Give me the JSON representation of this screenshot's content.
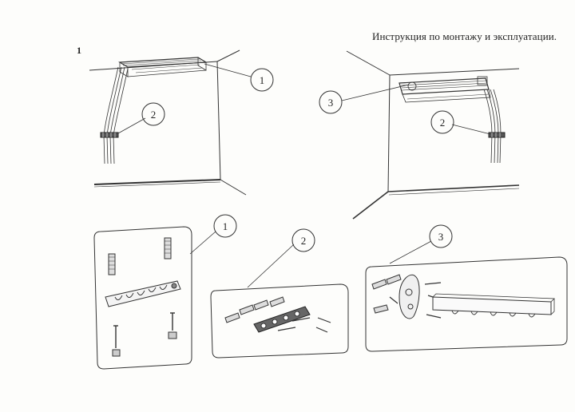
{
  "header": {
    "title": "Инструкция по монтажу и эксплуатации.",
    "figure_number": "1"
  },
  "scenes": [
    {
      "id": "ceiling-mount",
      "callouts": [
        "1",
        "2"
      ]
    },
    {
      "id": "wall-mount",
      "callouts": [
        "3",
        "2"
      ]
    }
  ],
  "kits": [
    {
      "id": "kit-1",
      "callout": "1"
    },
    {
      "id": "kit-2",
      "callout": "2"
    },
    {
      "id": "kit-3",
      "callout": "3"
    }
  ]
}
